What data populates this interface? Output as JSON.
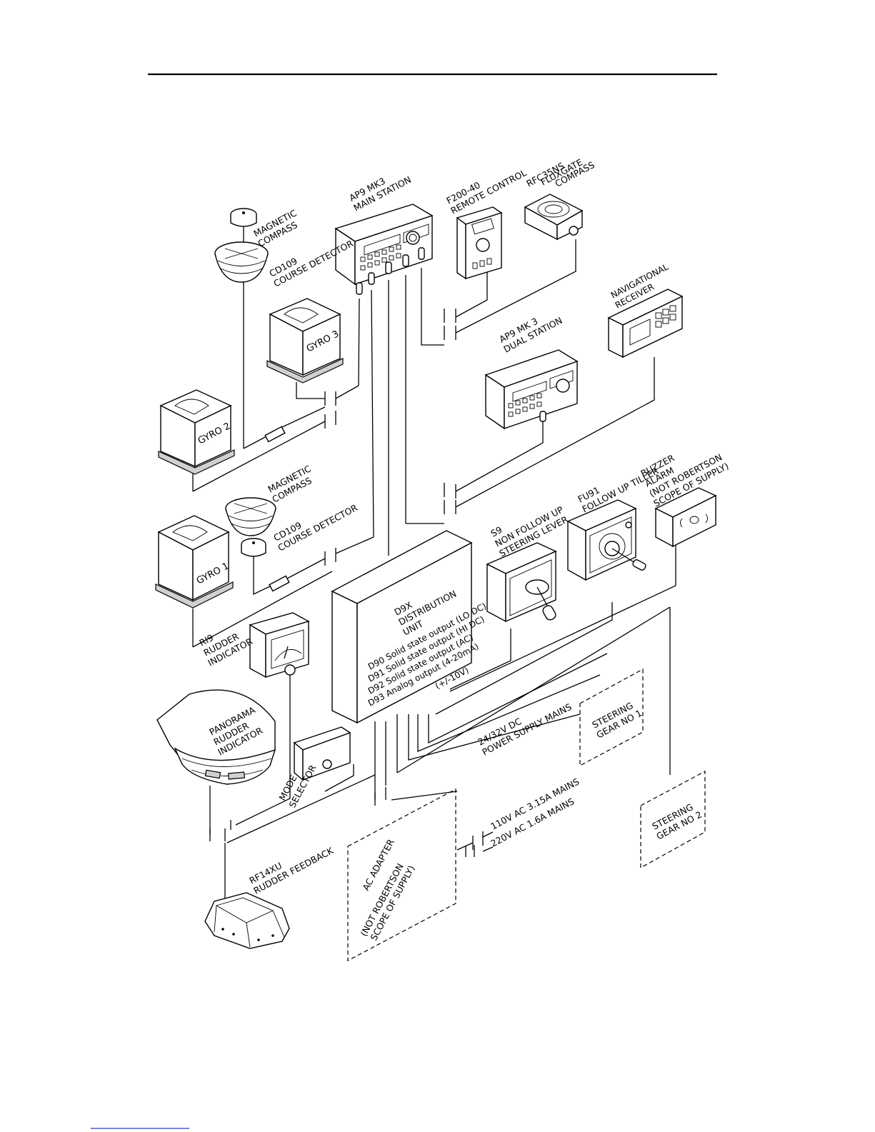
{
  "labels": {
    "ap9_main": [
      "AP9 MK3",
      "MAIN STATION"
    ],
    "f200": [
      "F200-40",
      "REMOTE CONTROL"
    ],
    "rfc35": [
      "RFC35NS",
      "FLUXGATE",
      "COMPASS"
    ],
    "magcomp_top": [
      "MAGNETIC",
      "COMPASS"
    ],
    "cd109_top": [
      "CD109",
      "COURSE DETECTOR"
    ],
    "gyro3": "GYRO 3",
    "gyro2": "GYRO 2",
    "gyro1": "GYRO 1",
    "nav_receiver": [
      "NAVIGATIONAL",
      "RECEIVER"
    ],
    "ap9_dual": [
      "AP9 MK 3",
      "DUAL STATION"
    ],
    "magcomp_bottom": [
      "MAGNETIC",
      "COMPASS"
    ],
    "cd109_bottom": [
      "CD109",
      "COURSE DETECTOR"
    ],
    "s9": [
      "S9",
      "NON FOLLOW UP",
      "STEERING LEVER"
    ],
    "fu91": [
      "FU91",
      "FOLLOW UP TILLER"
    ],
    "buzzer": [
      "BUZZER",
      "ALARM",
      "(NOT ROBERTSON",
      "SCOPE OF SUPPLY)"
    ],
    "d9x": [
      "D9X",
      "DISTRIBUTION",
      "UNIT"
    ],
    "d9x_outputs": [
      "D90 Solid state output (LO DC)",
      "D91 Solid state output (HI DC)",
      "D92 Solid state output (AC)",
      "D93 Analog output (4-20mA)",
      "(+/-10V)"
    ],
    "ri9": [
      "RI9",
      "RUDDER",
      "INDICATOR"
    ],
    "panorama": [
      "PANORAMA",
      "RUDDER",
      "INDICATOR"
    ],
    "mode_selector": [
      "MODE",
      "SELECTOR"
    ],
    "power_supply": [
      "24/32V DC",
      "POWER SUPPLY MAINS"
    ],
    "steering_gear_1": [
      "STEERING",
      "GEAR NO 1"
    ],
    "steering_gear_2": [
      "STEERING",
      "GEAR NO 2"
    ],
    "ac_mains": [
      "110V AC 3.15A MAINS",
      "220V AC 1.6A MAINS"
    ],
    "ac_adapter": [
      "AC ADAPTER",
      "",
      "(NOT ROBERTSON",
      "SCOPE OF SUPPLY)"
    ],
    "rf14xu": [
      "RF14XU",
      "RUDDER FEEDBACK"
    ]
  }
}
